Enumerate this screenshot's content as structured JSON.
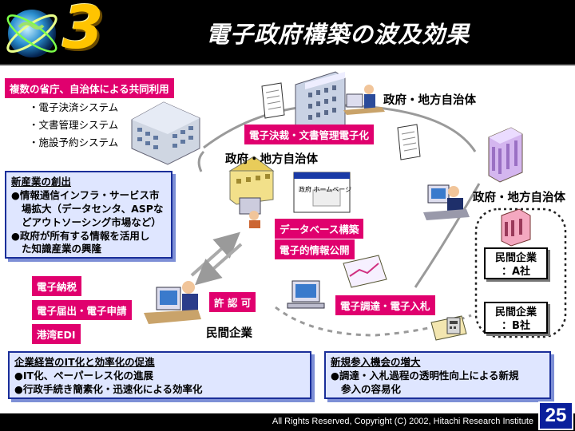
{
  "header": {
    "number": "3",
    "title": "電子政府構築の波及効果"
  },
  "left_panel": {
    "tag": "複数の省庁、自治体による共同利用",
    "items": [
      "・電子決済システム",
      "・文書管理システム",
      "・施設予約システム"
    ]
  },
  "nodes": {
    "gov_top": "政府・地方自治体",
    "gov_mid": "政府・地方自治体",
    "gov_right": "政府・地方自治体",
    "private": "民間企業",
    "company_a": [
      "民間企業",
      "：A社"
    ],
    "company_b": [
      "民間企業",
      "：B社"
    ],
    "homepage": "政府 ホームページ"
  },
  "tags": {
    "doc_mgmt": "電子決裁・文書管理電子化",
    "database": "データベース構築",
    "public_info": "電子的情報公開",
    "e_tax": "電子納税",
    "e_filing": "電子届出・電子申請",
    "port_edi": "港湾EDI",
    "permit": "許 認 可",
    "procurement": "電子調達・電子入札"
  },
  "boxes": {
    "new_industry": {
      "title": "新産業の創出",
      "lines": [
        "●情報通信インフラ・サービス市",
        "場拡大（データセンタ、ASPな",
        "どアウトソーシング市場など）",
        "●政府が所有する情報を活用し",
        "た知識産業の興隆"
      ]
    },
    "it_promotion": {
      "title": "企業経営のIT化と効率化の促進",
      "lines": [
        "●IT化、ペーパーレス化の進展",
        "●行政手続き簡素化・迅速化による効率化"
      ]
    },
    "new_entry": {
      "title": "新規参入機会の増大",
      "lines": [
        "●調達・入札過程の透明性向上による新規",
        "参入の容易化"
      ]
    }
  },
  "footer": {
    "copyright": "All Rights Reserved, Copyright  (C) 2002, Hitachi Research Institute",
    "page": "25"
  },
  "colors": {
    "accent_magenta": "#e0006e",
    "box_border": "#1a2e99",
    "box_fill": "#dfe6ff",
    "header_bg": "#000000",
    "page_badge": "#0a1f9c"
  }
}
